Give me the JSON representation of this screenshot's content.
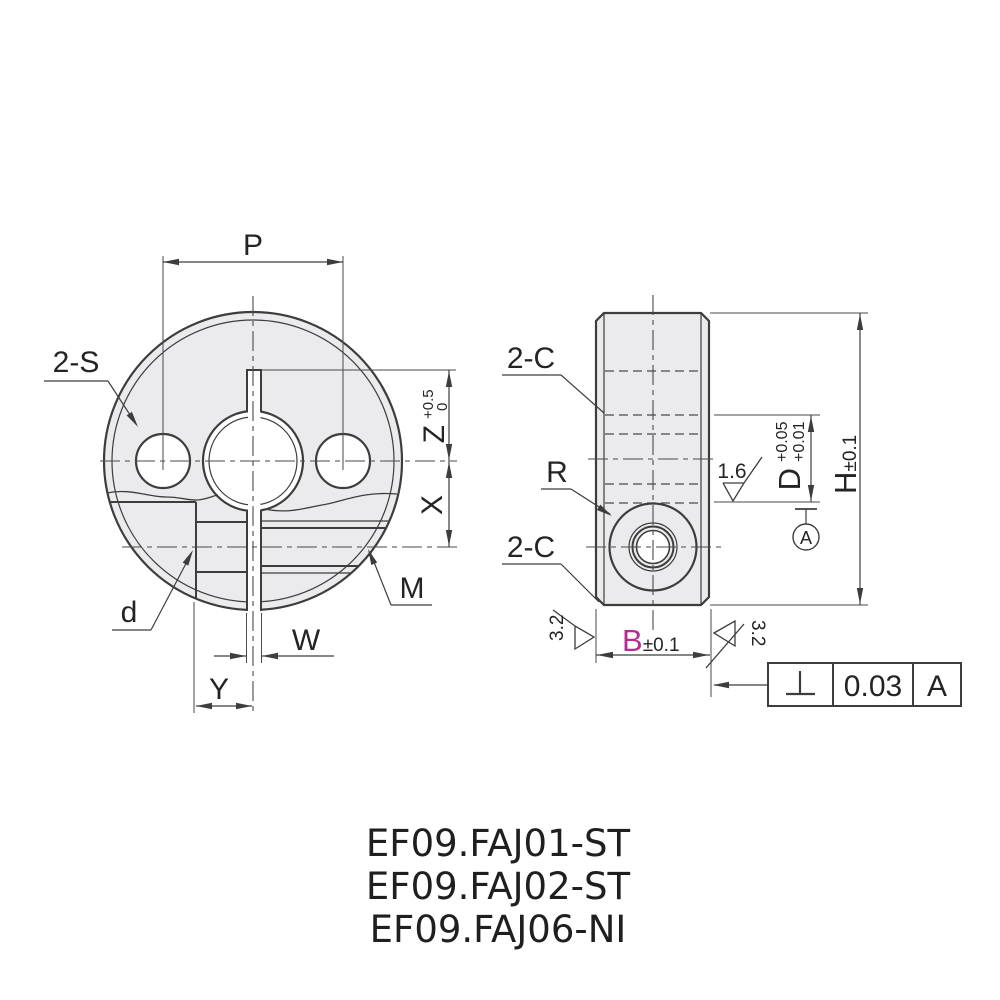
{
  "colors": {
    "line": "#3d3d3d",
    "thin_line": "#4a4a4a",
    "part_fill": "#ebebed",
    "accent_magenta": "#b82b90",
    "text": "#242424"
  },
  "front_view": {
    "pitch_label": "P",
    "holes_label": "2-S",
    "slot_depth_label": "Z",
    "slot_depth_tol_upper": "+0.5",
    "slot_depth_tol_lower": "0",
    "offset_label": "X",
    "thread_label": "M",
    "counterbore_label": "d",
    "slit_width_label": "W",
    "slit_offset_label": "Y"
  },
  "side_view": {
    "chamfer_upper_label": "2-C",
    "chamfer_lower_label": "2-C",
    "radius_label": "R",
    "bore_finish": "1.6",
    "bore_dia_label": "D",
    "bore_dia_tol_upper": "+0.05",
    "bore_dia_tol_lower": "+0.01",
    "height_label": "H",
    "height_tol": "±0.1",
    "width_label": "B",
    "width_tol": "±0.1",
    "face_finish_left": "3.2",
    "face_finish_right": "3.2",
    "datum_label": "A",
    "fcf": {
      "symbol_icon": "perpendicularity-icon",
      "tolerance": "0.03",
      "datum": "A"
    }
  },
  "part_numbers": [
    "EF09.FAJ01-ST",
    "EF09.FAJ02-ST",
    "EF09.FAJ06-NI"
  ]
}
